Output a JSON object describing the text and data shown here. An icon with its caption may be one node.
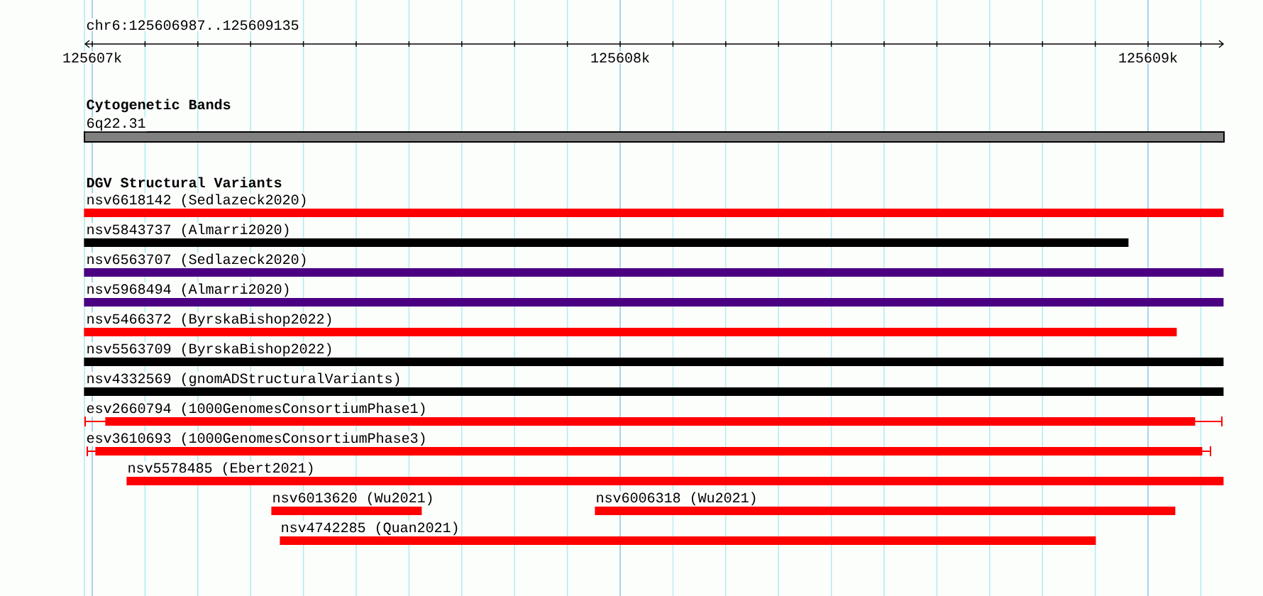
{
  "diagram": {
    "nodes": [
      {
        "text": [
          "6q22.31"
        ]
      },
      {
        "text": [
          "nsv6618142 (Sedlazeck2020)"
        ]
      },
      {
        "text": [
          "nsv5843737 (Almarri2020)"
        ]
      },
      {
        "text": [
          "nsv6563707 (Sedlazeck2020)"
        ]
      },
      {
        "text": [
          "nsv5968494 (Almarri2020)"
        ]
      },
      {
        "text": [
          "nsv5466372 (ByrskaBishop2022)"
        ]
      },
      {
        "text": [
          "nsv5563709 (ByrskaBishop2022)"
        ]
      },
      {
        "text": [
          "nsv4332569 (gnomADStructuralVariants)"
        ]
      },
      {
        "text": [
          "esv2660794 (1000GenomesConsortiumPhase1)"
        ]
      },
      {
        "text": [
          "esv3610693 (1000GenomesConsortiumPhase3)"
        ]
      },
      {
        "text": [
          "nsv5578485 (Ebert2021)"
        ]
      },
      {
        "text": [
          "nsv6013620 (Wu2021)"
        ]
      },
      {
        "text": [
          "nsv6006318 (Wu2021)"
        ]
      },
      {
        "text": [
          "nsv4742285 (Quan2021)"
        ]
      }
    ],
    "edges": [],
    "labels": [
      "chr6:125606987..125609135",
      "125607k",
      "125608k",
      "125609k",
      "Cytogenetic Bands",
      "DGV Structural Variants"
    ]
  }
}
